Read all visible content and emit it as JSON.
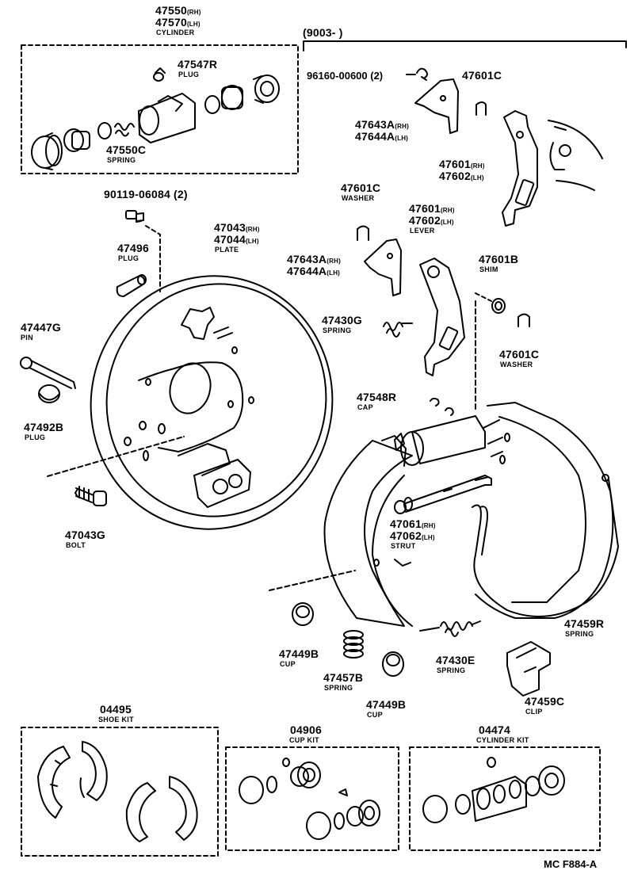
{
  "serial_range": "(9003-       )",
  "footer_code": "MC F884-A",
  "parts": {
    "cylinder": {
      "pn1": "47550",
      "s1": "(RH)",
      "pn2": "47570",
      "s2": "(LH)",
      "name": "CYLINDER"
    },
    "plug_47547r": {
      "pn": "47547R",
      "name": "PLUG"
    },
    "spring_47550c": {
      "pn": "47550C",
      "name": "SPRING"
    },
    "bolt_90119": {
      "pn": "90119-06084 (2)"
    },
    "plug_47496": {
      "pn": "47496",
      "name": "PLUG"
    },
    "plate": {
      "pn1": "47043",
      "s1": "(RH)",
      "pn2": "47044",
      "s2": "(LH)",
      "name": "PLATE"
    },
    "pin_47447g": {
      "pn": "47447G",
      "name": "PIN"
    },
    "plug_47492b": {
      "pn": "47492B",
      "name": "PLUG"
    },
    "bolt_47043g": {
      "pn": "47043G",
      "name": "BOLT"
    },
    "clip_96160": {
      "pn": "96160-00600 (2)"
    },
    "washer_top": {
      "pn": "47601C"
    },
    "bracket_top": {
      "pn1": "47643A",
      "s1": "(RH)",
      "pn2": "47644A",
      "s2": "(LH)"
    },
    "lever_top": {
      "pn1": "47601",
      "s1": "(RH)",
      "pn2": "47602",
      "s2": "(LH)"
    },
    "washer_mid": {
      "pn": "47601C",
      "name": "WASHER"
    },
    "lever_mid": {
      "pn1": "47601",
      "s1": "(RH)",
      "pn2": "47602",
      "s2": "(LH)",
      "name": "LEVER"
    },
    "bracket_mid": {
      "pn1": "47643A",
      "s1": "(RH)",
      "pn2": "47644A",
      "s2": "(LH)"
    },
    "shim": {
      "pn": "47601B",
      "name": "SHIM"
    },
    "spring_47430g": {
      "pn": "47430G",
      "name": "SPRING"
    },
    "washer_low": {
      "pn": "47601C",
      "name": "WASHER"
    },
    "cap_47548r": {
      "pn": "47548R",
      "name": "CAP"
    },
    "strut": {
      "pn1": "47061",
      "s1": "(RH)",
      "pn2": "47062",
      "s2": "(LH)",
      "name": "STRUT"
    },
    "spring_47459r": {
      "pn": "47459R",
      "name": "SPRING"
    },
    "cup_47449b_a": {
      "pn": "47449B",
      "name": "CUP"
    },
    "spring_47457b": {
      "pn": "47457B",
      "name": "SPRING"
    },
    "cup_47449b_b": {
      "pn": "47449B",
      "name": "CUP"
    },
    "spring_47430e": {
      "pn": "47430E",
      "name": "SPRING"
    },
    "clip_47459c": {
      "pn": "47459C",
      "name": "CLIP"
    },
    "shoe_kit": {
      "pn": "04495",
      "name": "SHOE KIT"
    },
    "cup_kit": {
      "pn": "04906",
      "name": "CUP KIT"
    },
    "cyl_kit": {
      "pn": "04474",
      "name": "CYLINDER KIT"
    }
  }
}
